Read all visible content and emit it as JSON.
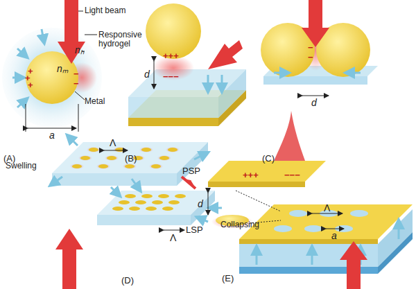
{
  "diagram": {
    "labels": [
      "Light beam",
      "Responsive hydrogel",
      "nₕ",
      "nₘ",
      "Metal",
      "a",
      "(A)",
      "+",
      "+",
      "+",
      "−",
      "−",
      "d",
      "+++",
      "−−−",
      "(B)",
      "d",
      "−",
      "−",
      "(C)",
      "Swelling",
      "Λ",
      "Collapsing",
      "Λ",
      "(D)",
      "PSP",
      "+++",
      "−−−",
      "d",
      "LSP",
      "Λ",
      "a",
      "(E)"
    ]
  }
}
